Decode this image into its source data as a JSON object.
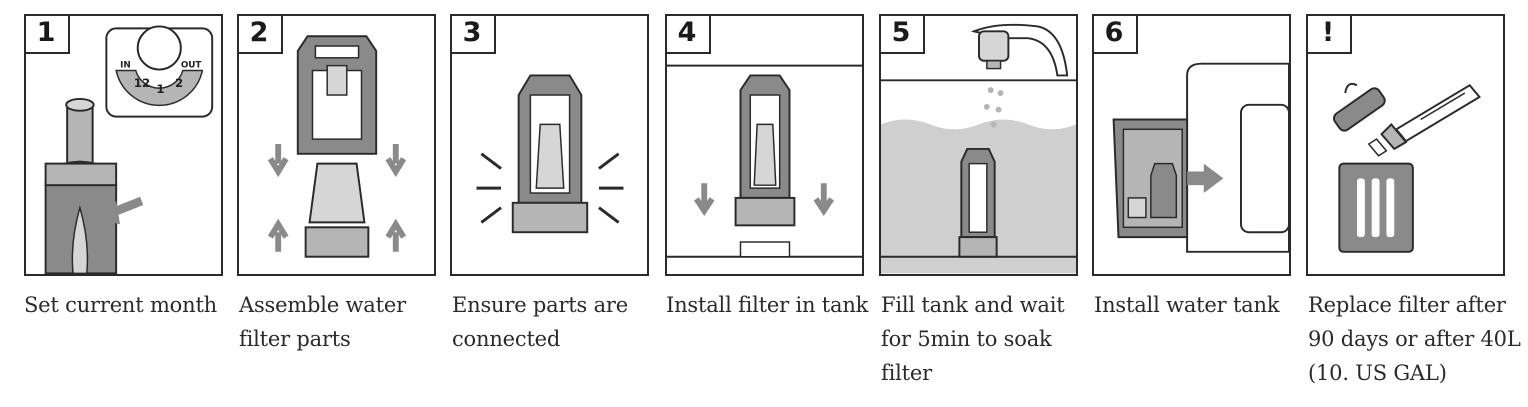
{
  "steps": [
    {
      "number": "1",
      "caption": "Set current month",
      "dial": {
        "in": "IN",
        "out": "OUT",
        "months": [
          "12",
          "1",
          "2"
        ]
      }
    },
    {
      "number": "2",
      "caption": "Assemble water filter parts"
    },
    {
      "number": "3",
      "caption": "Ensure parts are connected"
    },
    {
      "number": "4",
      "caption": "Install filter in tank"
    },
    {
      "number": "5",
      "caption": "Fill tank and wait for 5min to soak filter"
    },
    {
      "number": "6",
      "caption": "Install water tank"
    },
    {
      "number": "!",
      "caption": "Replace filter after 90 days or after 40L (10. US GAL)"
    }
  ],
  "colors": {
    "outline": "#2a2a2a",
    "fill_dark": "#8a8a8a",
    "fill_mid": "#b5b5b5",
    "fill_light": "#d6d6d6",
    "water": "#cfcfcf"
  }
}
